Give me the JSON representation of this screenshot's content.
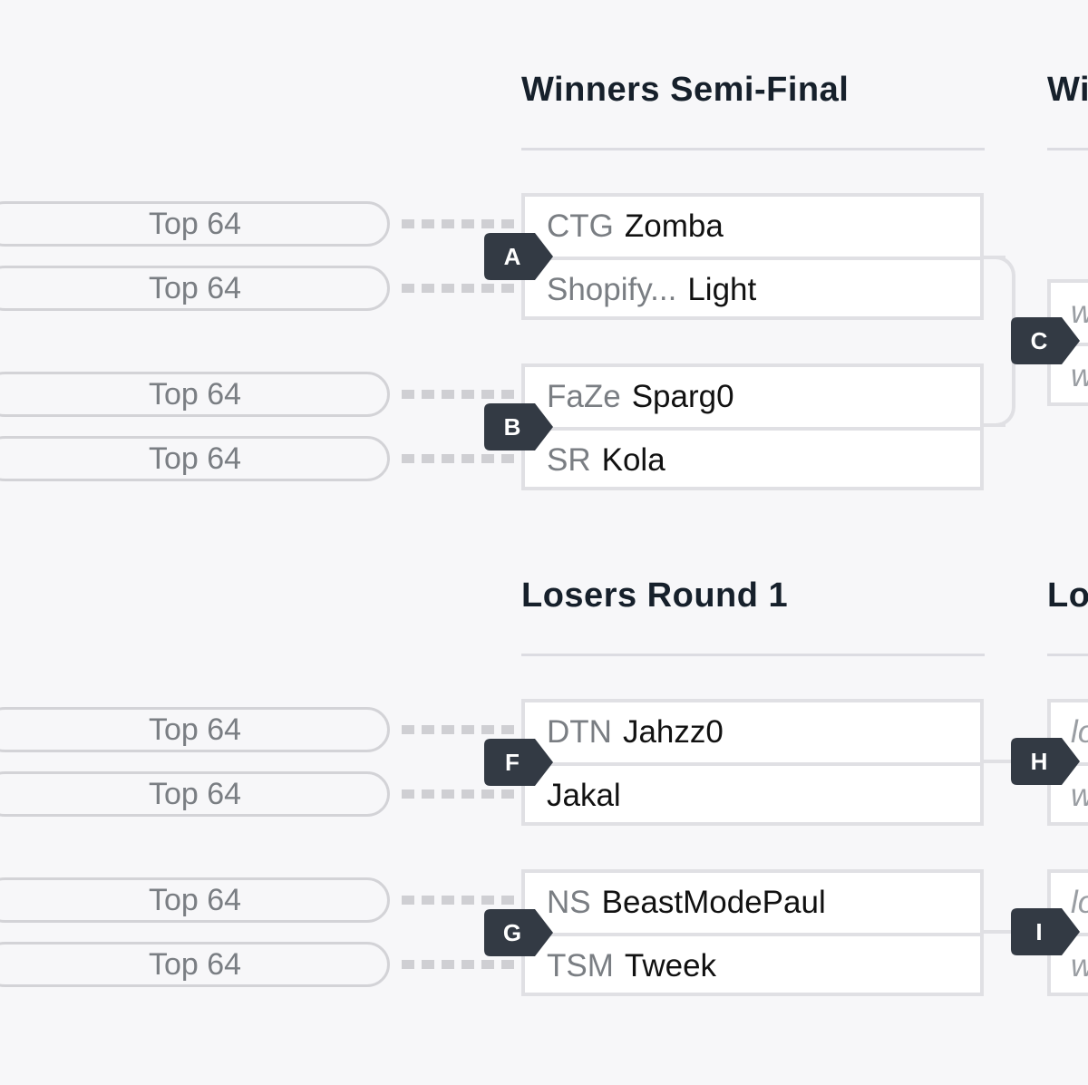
{
  "columns": [
    {
      "title": "Winners Semi-Final"
    },
    {
      "title": "Wi"
    },
    {
      "title": "Losers Round 1"
    },
    {
      "title": "Lo"
    }
  ],
  "seed_label": "Top 64",
  "matches": [
    {
      "id": "A",
      "players": [
        {
          "prefix": "CTG",
          "name": "Zomba"
        },
        {
          "prefix": "Shopify...",
          "name": "Light"
        }
      ]
    },
    {
      "id": "B",
      "players": [
        {
          "prefix": "FaZe",
          "name": "Sparg0"
        },
        {
          "prefix": "SR",
          "name": "Kola"
        }
      ]
    },
    {
      "id": "F",
      "players": [
        {
          "prefix": "DTN",
          "name": "Jahzz0"
        },
        {
          "prefix": "",
          "name": "Jakal"
        }
      ]
    },
    {
      "id": "G",
      "players": [
        {
          "prefix": "NS",
          "name": "BeastModePaul"
        },
        {
          "prefix": "TSM",
          "name": "Tweek"
        }
      ]
    }
  ],
  "next_matches": [
    {
      "id": "C",
      "slots": [
        "w",
        "w"
      ]
    },
    {
      "id": "H",
      "slots": [
        "lo",
        "w"
      ]
    },
    {
      "id": "I",
      "slots": [
        "lo",
        "w"
      ]
    }
  ]
}
